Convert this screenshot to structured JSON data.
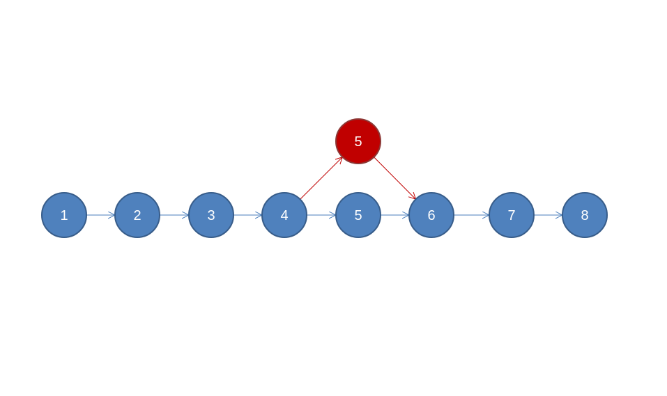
{
  "colors": {
    "main_node_fill": "#4f81bd",
    "main_node_stroke": "#385d8a",
    "main_edge": "#4a7ebb",
    "inserted_node_fill": "#c00000",
    "inserted_node_stroke": "#8c3836",
    "inserted_edge": "#c00000",
    "background": "#ffffff"
  },
  "main_nodes": [
    "1",
    "2",
    "3",
    "4",
    "5",
    "6",
    "7",
    "8"
  ],
  "inserted_node": "5",
  "edges": [
    {
      "from": "main:0",
      "to": "main:1",
      "kind": "main"
    },
    {
      "from": "main:1",
      "to": "main:2",
      "kind": "main"
    },
    {
      "from": "main:2",
      "to": "main:3",
      "kind": "main"
    },
    {
      "from": "main:3",
      "to": "main:4",
      "kind": "main"
    },
    {
      "from": "main:4",
      "to": "main:5",
      "kind": "main"
    },
    {
      "from": "main:5",
      "to": "main:6",
      "kind": "main"
    },
    {
      "from": "main:6",
      "to": "main:7",
      "kind": "main"
    },
    {
      "from": "main:3",
      "to": "inserted",
      "kind": "inserted"
    },
    {
      "from": "inserted",
      "to": "main:5",
      "kind": "inserted"
    }
  ]
}
